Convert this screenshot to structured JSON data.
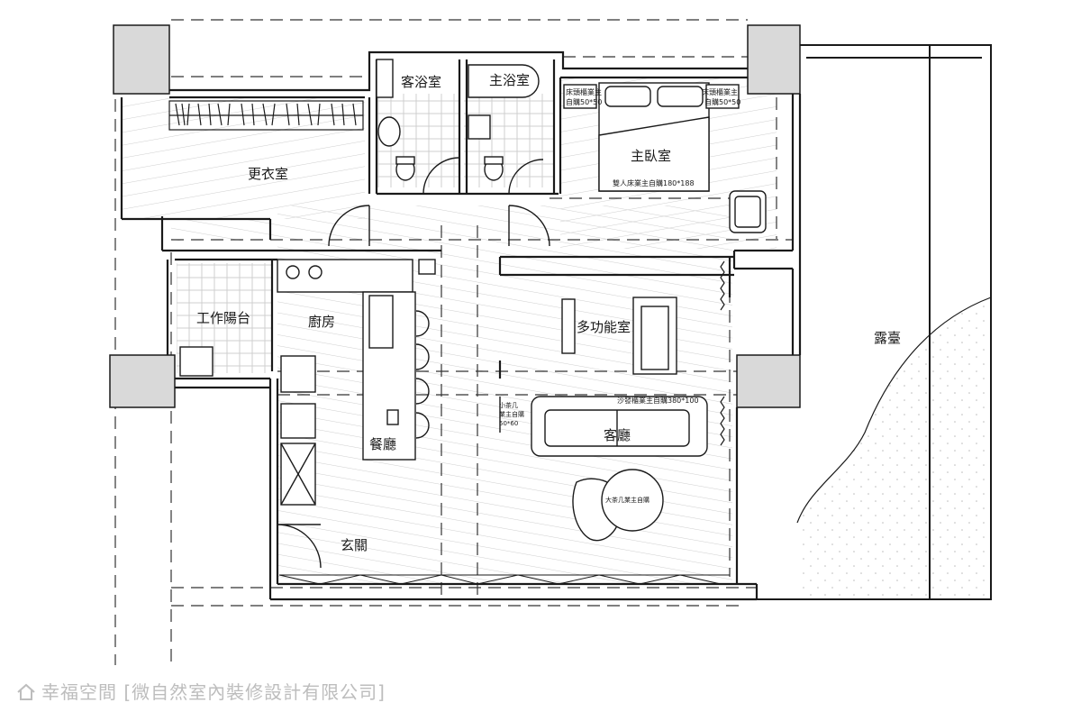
{
  "rooms": {
    "walk_in_closet": "更衣室",
    "guest_bath": "客浴室",
    "master_bath": "主浴室",
    "master_bedroom": "主臥室",
    "utility_balcony": "工作陽台",
    "kitchen": "廚房",
    "multi_room": "多功能室",
    "dining": "餐廳",
    "living": "客廳",
    "entrance": "玄關",
    "terrace": "露臺"
  },
  "annotations": {
    "nightstand_left_1": "床頭櫃業主",
    "nightstand_left_2": "自購50*50",
    "nightstand_right_1": "床頭櫃業主",
    "nightstand_right_2": "自購50*50",
    "bed": "雙人床業主自購180*188",
    "sofa_cabinet": "沙發櫃業主自購380*100",
    "small_table_1": "小茶几",
    "small_table_2": "業主自購",
    "small_table_3": "50*60",
    "coffee_table": "大茶几業主自購"
  },
  "watermark": {
    "brand": "幸福空間",
    "company": "[微自然室內裝修設計有限公司]"
  },
  "colors": {
    "wall": "#1a1a1a",
    "column": "#d9d9d9",
    "hatch": "#cfcfcf",
    "watermark": "#bdbdbd"
  }
}
